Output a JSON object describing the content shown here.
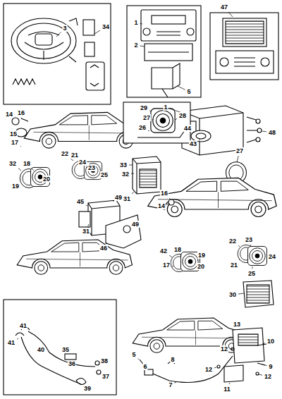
{
  "diagram": {
    "labels": [
      "3",
      "34",
      "1",
      "2",
      "5",
      "47",
      "1",
      "48",
      "27",
      "14",
      "16",
      "15",
      "17",
      "32",
      "18",
      "20",
      "19",
      "22",
      "21",
      "24",
      "23",
      "25",
      "29",
      "27",
      "28",
      "26",
      "33",
      "32",
      "31",
      "44",
      "43",
      "16",
      "14",
      "42",
      "18",
      "19",
      "17",
      "20",
      "22",
      "23",
      "21",
      "24",
      "25",
      "45",
      "49",
      "31",
      "46",
      "49",
      "30",
      "41",
      "41",
      "40",
      "35",
      "36",
      "38",
      "37",
      "39",
      "13",
      "12",
      "10",
      "9",
      "12",
      "11",
      "12",
      "5",
      "6",
      "8",
      "7"
    ]
  }
}
